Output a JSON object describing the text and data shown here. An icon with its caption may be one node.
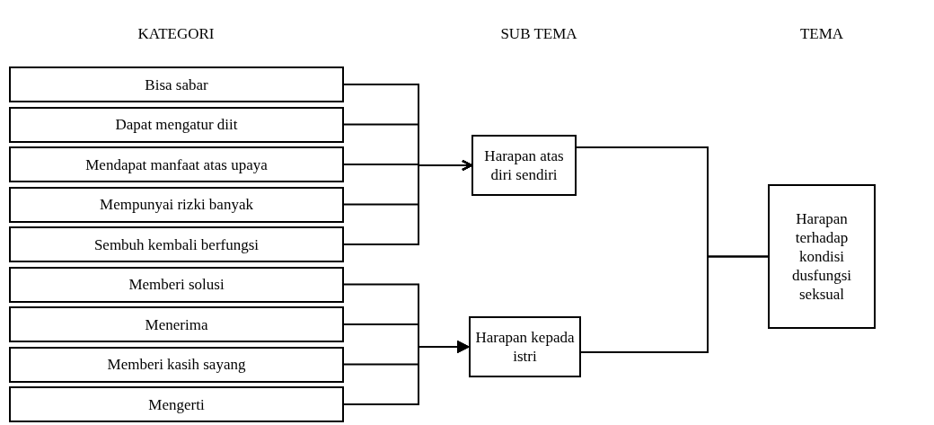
{
  "diagram": {
    "nodes": [
      {
        "text": [
          "Bisa sabar"
        ]
      },
      {
        "text": [
          "Dapat mengatur diit"
        ]
      },
      {
        "text": [
          "Mendapat manfaat atas upaya"
        ]
      },
      {
        "text": [
          "Mempunyai rizki banyak"
        ]
      },
      {
        "text": [
          "Sembuh kembali berfungsi"
        ]
      },
      {
        "text": [
          "Memberi solusi"
        ]
      },
      {
        "text": [
          "Menerima"
        ]
      },
      {
        "text": [
          "Memberi kasih sayang"
        ]
      },
      {
        "text": [
          "Mengerti"
        ]
      },
      {
        "text": [
          "Harapan atas diri sendiri"
        ]
      },
      {
        "text": [
          "Harapan kepada istri"
        ]
      },
      {
        "text": [
          "Harapan terhadap kondisi dusfungsi seksual"
        ]
      }
    ],
    "edges": [
      {
        "from": 0,
        "to": 9,
        "arrow": "to"
      },
      {
        "from": 1,
        "to": 9,
        "arrow": "to"
      },
      {
        "from": 2,
        "to": 9,
        "arrow": "to"
      },
      {
        "from": 3,
        "to": 9,
        "arrow": "to"
      },
      {
        "from": 4,
        "to": 9,
        "arrow": "to"
      },
      {
        "from": 5,
        "to": 10,
        "arrow": "to"
      },
      {
        "from": 6,
        "to": 10,
        "arrow": "to"
      },
      {
        "from": 7,
        "to": 10,
        "arrow": "to"
      },
      {
        "from": 8,
        "to": 10,
        "arrow": "to"
      },
      {
        "from": 9,
        "to": 11,
        "arrow": "none"
      },
      {
        "from": 10,
        "to": 11,
        "arrow": "none"
      }
    ],
    "labels": [
      "KATEGORI",
      "SUB TEMA",
      "TEMA"
    ]
  }
}
